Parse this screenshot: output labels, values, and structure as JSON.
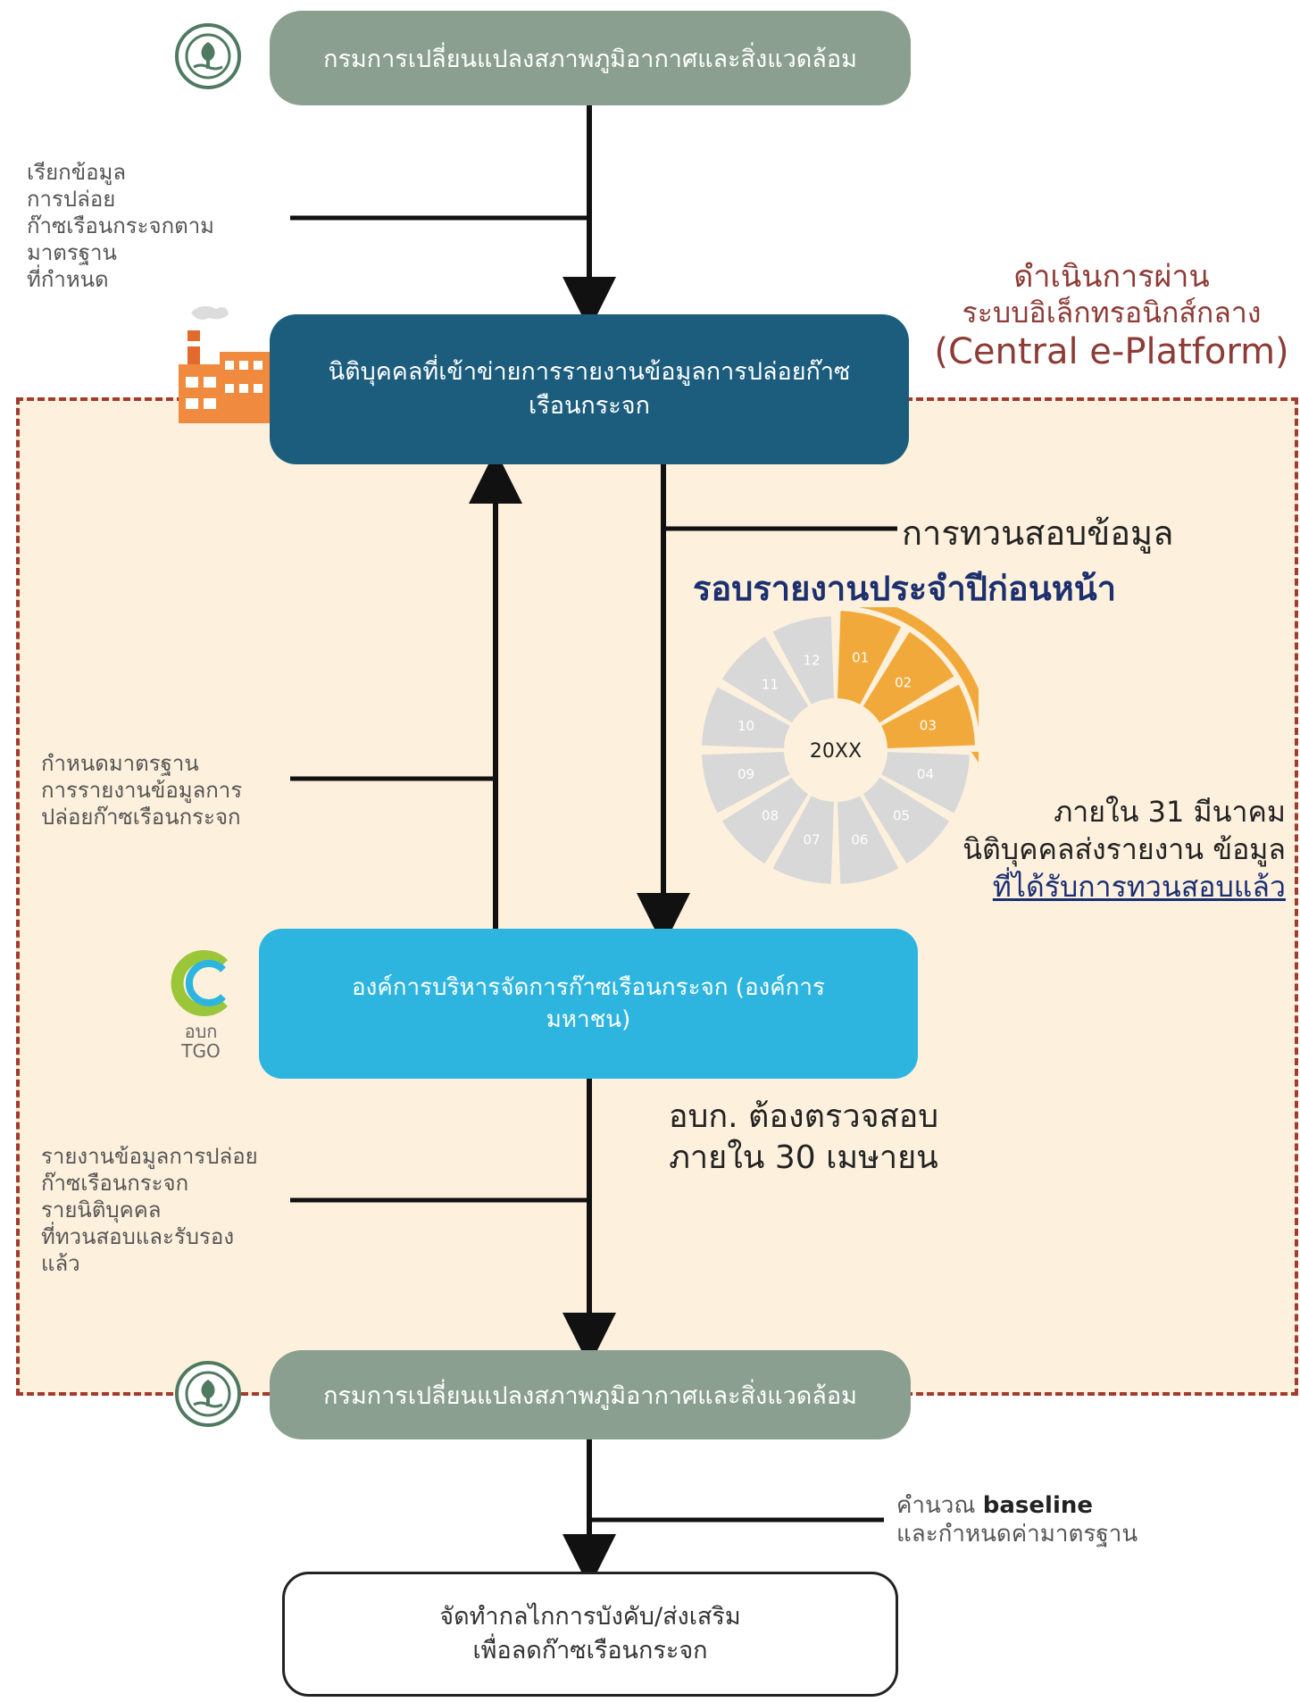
{
  "dcce_top": {
    "label": "กรมการเปลี่ยนแปลงสภาพภูมิอากาศและสิ่งแวดล้อม"
  },
  "request_note": {
    "lines": [
      "เรียกข้อมูล",
      "การปล่อย",
      "ก๊าซเรือนกระจกตาม",
      "มาตรฐาน",
      "ที่กำหนด"
    ]
  },
  "platform": {
    "line1": "ดำเนินการผ่าน",
    "line2": "ระบบอิเล็กทรอนิกส์กลาง",
    "line3": "(Central e-Platform)"
  },
  "entity": {
    "label": "นิติบุคคลที่เข้าข่ายการรายงานข้อมูลการปล่อยก๊าซเรือนกระจก"
  },
  "verify": {
    "label": "การทวนสอบข้อมูล",
    "heading": "รอบรายงานประจำปีก่อนหน้า"
  },
  "wheel": {
    "center": "20XX",
    "months": [
      "01",
      "02",
      "03",
      "04",
      "05",
      "06",
      "07",
      "08",
      "09",
      "10",
      "11",
      "12"
    ],
    "highlight_color": "#f2a93b",
    "base_color": "#d8d8d8"
  },
  "deadline_entity": {
    "line1": "ภายใน 31 มีนาคม",
    "line2": "นิติบุคคลส่งรายงาน ข้อมูล",
    "line3": "ที่ได้รับการทวนสอบแล้ว"
  },
  "standard_note": {
    "lines": [
      "กำหนดมาตรฐาน",
      "การรายงานข้อมูลการ",
      "ปล่อยก๊าซเรือนกระจก"
    ]
  },
  "tgo": {
    "label": "องค์การบริหารจัดการก๊าซเรือนกระจก (องค์การมหาชน)",
    "logo_text1": "อบก",
    "logo_text2": "TGO"
  },
  "tgo_deadline": {
    "line1": "อบก. ต้องตรวจสอบ",
    "line2": "ภายใน 30 เมษายน"
  },
  "report_note": {
    "lines": [
      "รายงานข้อมูลการปล่อย",
      "ก๊าซเรือนกระจก",
      "รายนิติบุคคล",
      "ที่ทวนสอบและรับรอง",
      "แล้ว"
    ]
  },
  "dcce_bottom": {
    "label": "กรมการเปลี่ยนแปลงสภาพภูมิอากาศและสิ่งแวดล้อม"
  },
  "baseline_note": {
    "prefix": "คำนวณ ",
    "bold": "baseline",
    "line2": "และกำหนดค่ามาตรฐาน"
  },
  "final": {
    "line1": "จัดทำกลไกการบังคับ/ส่งเสริม",
    "line2": "เพื่อลดก๊าซเรือนกระจก"
  }
}
